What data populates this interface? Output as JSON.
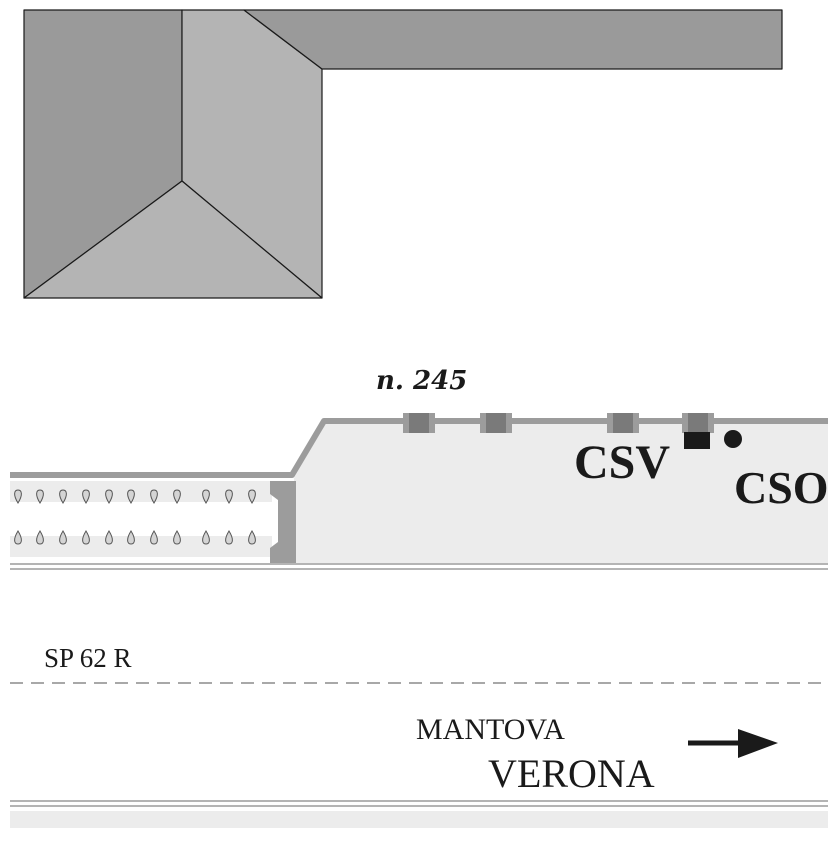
{
  "map": {
    "house_number": "n. 245",
    "markers": [
      {
        "id": "csv",
        "label": "CSV",
        "symbol": "square"
      },
      {
        "id": "cso",
        "label": "CSO",
        "symbol": "circle"
      }
    ],
    "road": {
      "name": "SP 62 R",
      "direction_top": "MANTOVA",
      "direction_bottom": "VERONA"
    }
  },
  "colors": {
    "roof_dark": "#9a9a9a",
    "roof_light": "#b4b4b4",
    "sidewalk": "#ececec",
    "curb": "#9c9c9c",
    "cell": "#808080",
    "ink": "#1a1a1a",
    "dashes": "#a8a8a8"
  },
  "icons": {
    "arrow": "arrow-right-icon",
    "trees": "cypress-tree-icon"
  }
}
